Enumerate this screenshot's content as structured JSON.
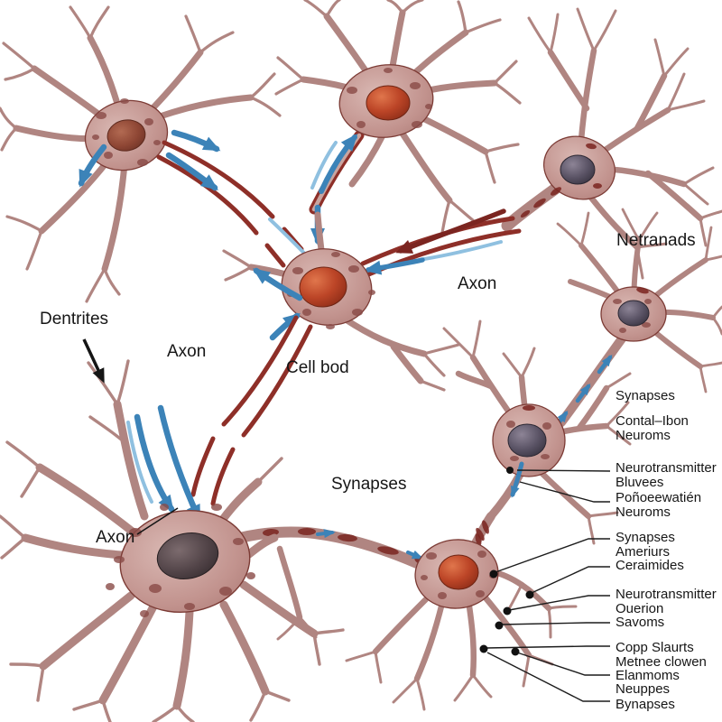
{
  "figure": {
    "type": "neuron-anatomy-illustration",
    "background": "#ffffff",
    "labels": {
      "dentrites": "Dentrites",
      "axon_upper": "Axon",
      "cell_body": "Cell bod",
      "axon_right": "Axon",
      "netranads": "Netranads",
      "synapses_center": "Synapses",
      "axon_lower": "Axon"
    },
    "right_column": [
      {
        "id": "synapses-1",
        "lines": [
          "Synapses"
        ]
      },
      {
        "id": "contal-ibon",
        "lines": [
          "Contal–Ibon",
          "Neuroms"
        ]
      },
      {
        "id": "neurotransmitter-bluvees",
        "lines": [
          "Neurotransmitter",
          "Bluvees"
        ]
      },
      {
        "id": "pofioeewatien",
        "lines": [
          "Poñoeewatién",
          "Neuroms"
        ]
      },
      {
        "id": "synapses-ameriurs",
        "lines": [
          "Synapses",
          "Ameriurs",
          "Ceraimides"
        ]
      },
      {
        "id": "neurotransmitter-ouerion",
        "lines": [
          "Neurotransmitter",
          "Ouerion",
          "Savoms"
        ]
      },
      {
        "id": "copp-slaurts",
        "lines": [
          "Copp Slaurts",
          "Metnee clowen",
          "Elanmoms"
        ]
      },
      {
        "id": "neuppes",
        "lines": [
          "Neuppes"
        ]
      },
      {
        "id": "bynapses",
        "lines": [
          "Bynapses"
        ]
      }
    ],
    "colors": {
      "neuron_body": "#c2938e",
      "neuron_outline": "#7c3b35",
      "dendrite": "#b08581",
      "axon_dark": "#8e2f28",
      "arrow_blue": "#3c83b8",
      "arrow_blue_light": "#8fc0e0",
      "arrow_dark_red": "#7b2520",
      "nucleus_red": "#bc4527",
      "nucleus_gray": "#595264",
      "nucleus_dark": "#524448",
      "spot": "#8a4b47",
      "text": "#161616",
      "leader_line": "#1c1c1c"
    }
  }
}
